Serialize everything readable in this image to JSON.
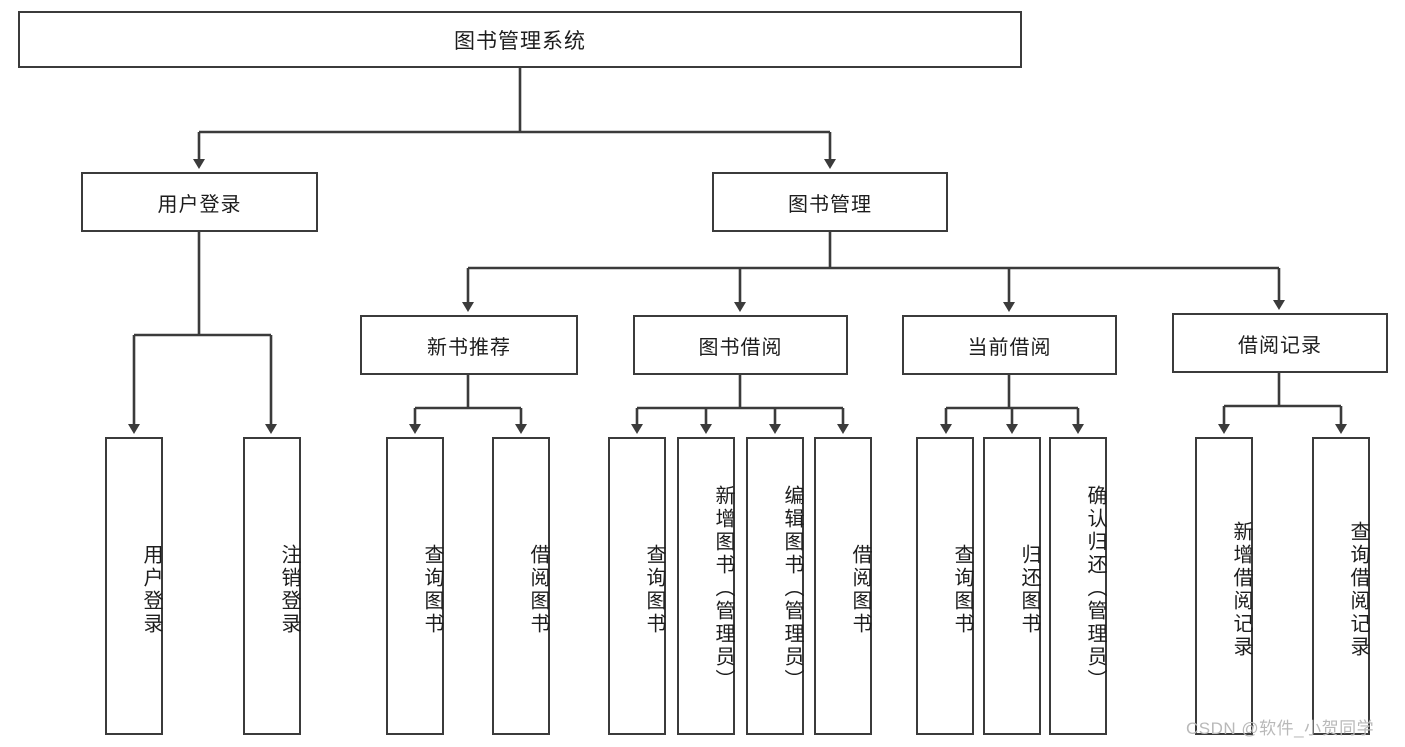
{
  "diagram": {
    "title": "图书管理系统",
    "type": "tree",
    "root": {
      "label": "图书管理系统"
    },
    "level2": [
      {
        "label": "用户登录"
      },
      {
        "label": "图书管理"
      }
    ],
    "level3": [
      {
        "label": "新书推荐",
        "parent": "图书管理"
      },
      {
        "label": "图书借阅",
        "parent": "图书管理"
      },
      {
        "label": "当前借阅",
        "parent": "图书管理"
      },
      {
        "label": "借阅记录",
        "parent": "图书管理"
      }
    ],
    "leaves": {
      "user_login": [
        {
          "label": "用户登录"
        },
        {
          "label": "注销登录"
        }
      ],
      "new_book_recommend": [
        {
          "label": "查询图书"
        },
        {
          "label": "借阅图书"
        }
      ],
      "book_borrow": [
        {
          "label": "查询图书"
        },
        {
          "label": "新增图书（管理员）"
        },
        {
          "label": "编辑图书（管理员）"
        },
        {
          "label": "借阅图书"
        }
      ],
      "current_borrow": [
        {
          "label": "查询图书"
        },
        {
          "label": "归还图书"
        },
        {
          "label": "确认归还（管理员）"
        }
      ],
      "borrow_record": [
        {
          "label": "新增借阅记录"
        },
        {
          "label": "查询借阅记录"
        }
      ]
    }
  },
  "watermark": {
    "text": "CSDN @软件_小贺同学"
  },
  "colors": {
    "border": "#3b3b3b",
    "background": "#ffffff",
    "text": "#1d1d1d",
    "watermark": "#b9b9b9"
  }
}
